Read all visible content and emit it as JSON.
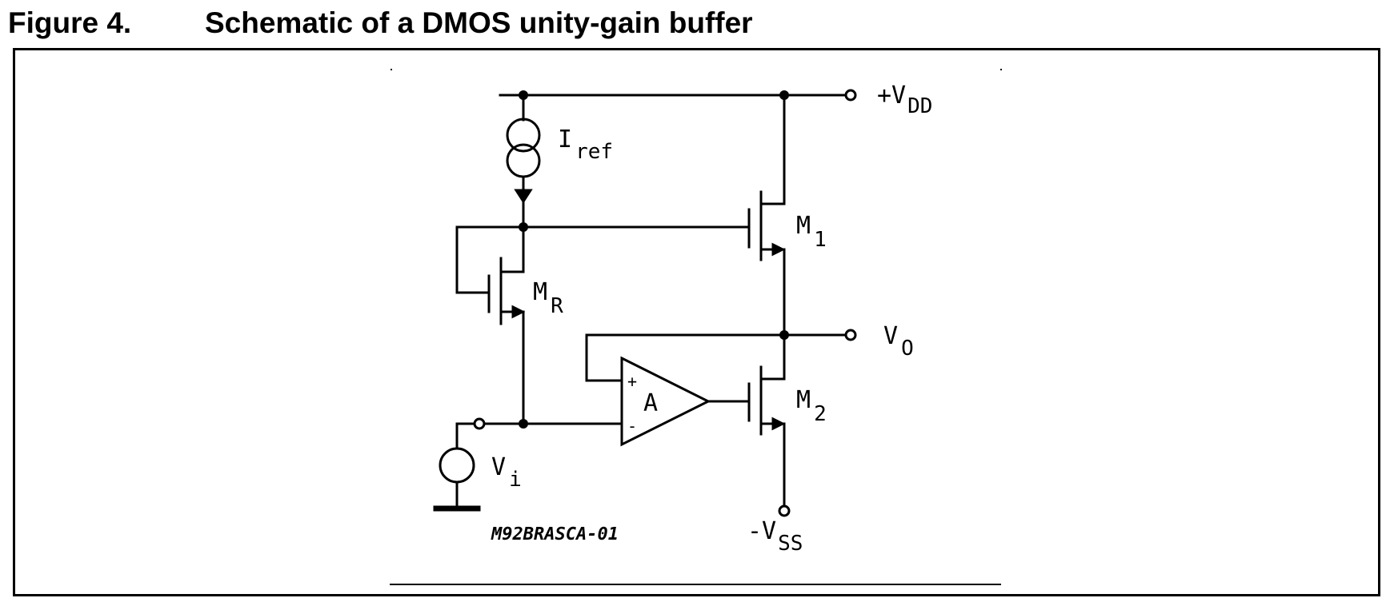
{
  "figure": {
    "number": "Figure 4.",
    "caption": "Schematic of a DMOS unity-gain buffer"
  },
  "schematic": {
    "vdd": {
      "sign": "+V",
      "sub": "DD"
    },
    "vss": {
      "sign": "-V",
      "sub": "SS"
    },
    "vo": {
      "main": "V",
      "sub": "O"
    },
    "vi": {
      "main": "V",
      "sub": "i"
    },
    "iref": {
      "main": "I",
      "sub": "ref"
    },
    "m1": {
      "main": "M",
      "sub": "1"
    },
    "m2": {
      "main": "M",
      "sub": "2"
    },
    "mr": {
      "main": "M",
      "sub": "R"
    },
    "amp": {
      "label": "A",
      "plus": "+",
      "minus": "-"
    },
    "code": "M92BRASCA-01"
  }
}
